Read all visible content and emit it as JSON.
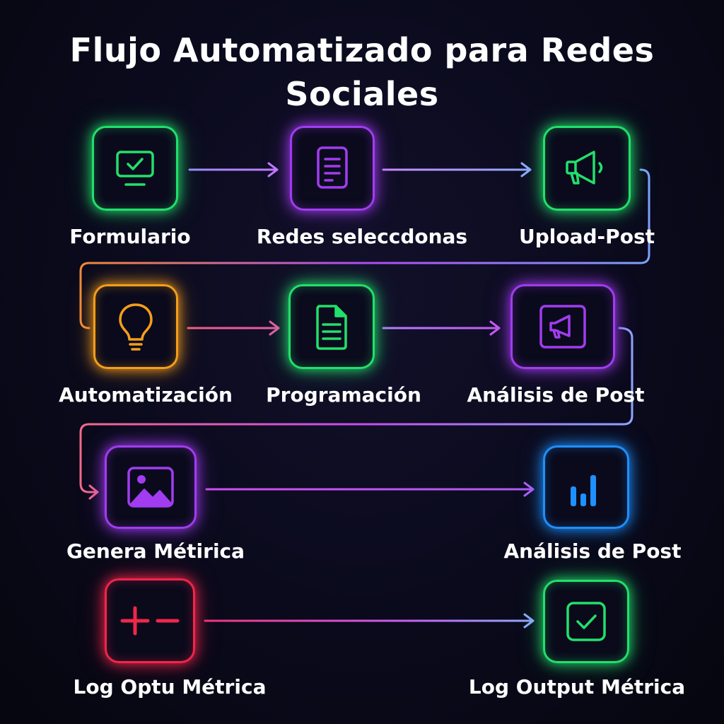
{
  "title": [
    "Flujo Automatizado para Redes",
    "Sociales"
  ],
  "nodes": [
    {
      "label": "Formulario",
      "icon": "monitor-check-icon",
      "color": "#22e06b"
    },
    {
      "label": "Redes seleccdonas",
      "icon": "document-icon",
      "color": "#a13cf0"
    },
    {
      "label": "Upload-Post",
      "icon": "megaphone-icon",
      "color": "#22e06b"
    },
    {
      "label": "Automatización",
      "icon": "lightbulb-icon",
      "color": "#f59e1b"
    },
    {
      "label": "Programación",
      "icon": "file-lines-icon",
      "color": "#22e06b"
    },
    {
      "label": "Análisis de Post",
      "icon": "megaphone-frame-icon",
      "color": "#a13cf0"
    },
    {
      "label": "Genera Métirica",
      "icon": "image-icon",
      "color": "#a13cf0"
    },
    {
      "label": "Análisis de Post",
      "icon": "bar-chart-icon",
      "color": "#1e90ff"
    },
    {
      "label": "Log Optu Métrica",
      "icon": "plus-minus-icon",
      "color": "#f2254a"
    },
    {
      "label": "Log Output Métrica",
      "icon": "check-square-icon",
      "color": "#22e06b"
    }
  ]
}
